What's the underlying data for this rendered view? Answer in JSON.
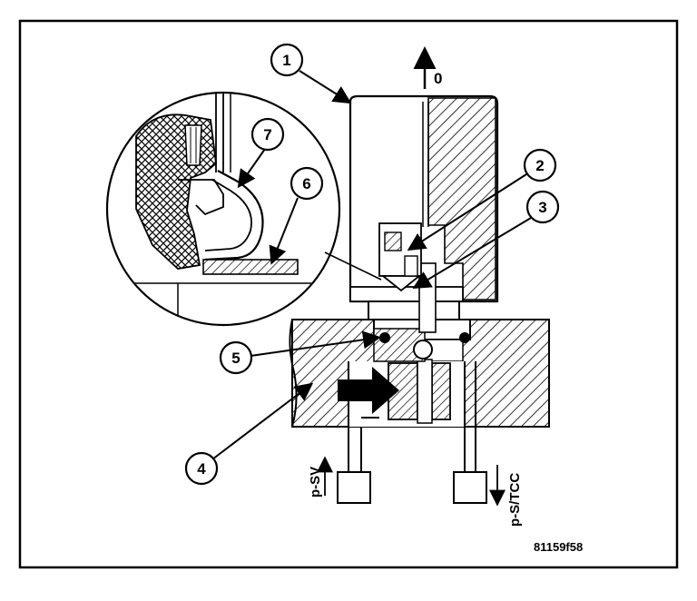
{
  "callouts": [
    "1",
    "2",
    "3",
    "4",
    "5",
    "6",
    "7"
  ],
  "labels": {
    "zero": "0",
    "p_sv": "p-SV",
    "p_s_tcc": "p-S/TCC"
  },
  "figure_id": "81159f58",
  "colors": {
    "ink": "#000000",
    "paper": "#ffffff"
  }
}
